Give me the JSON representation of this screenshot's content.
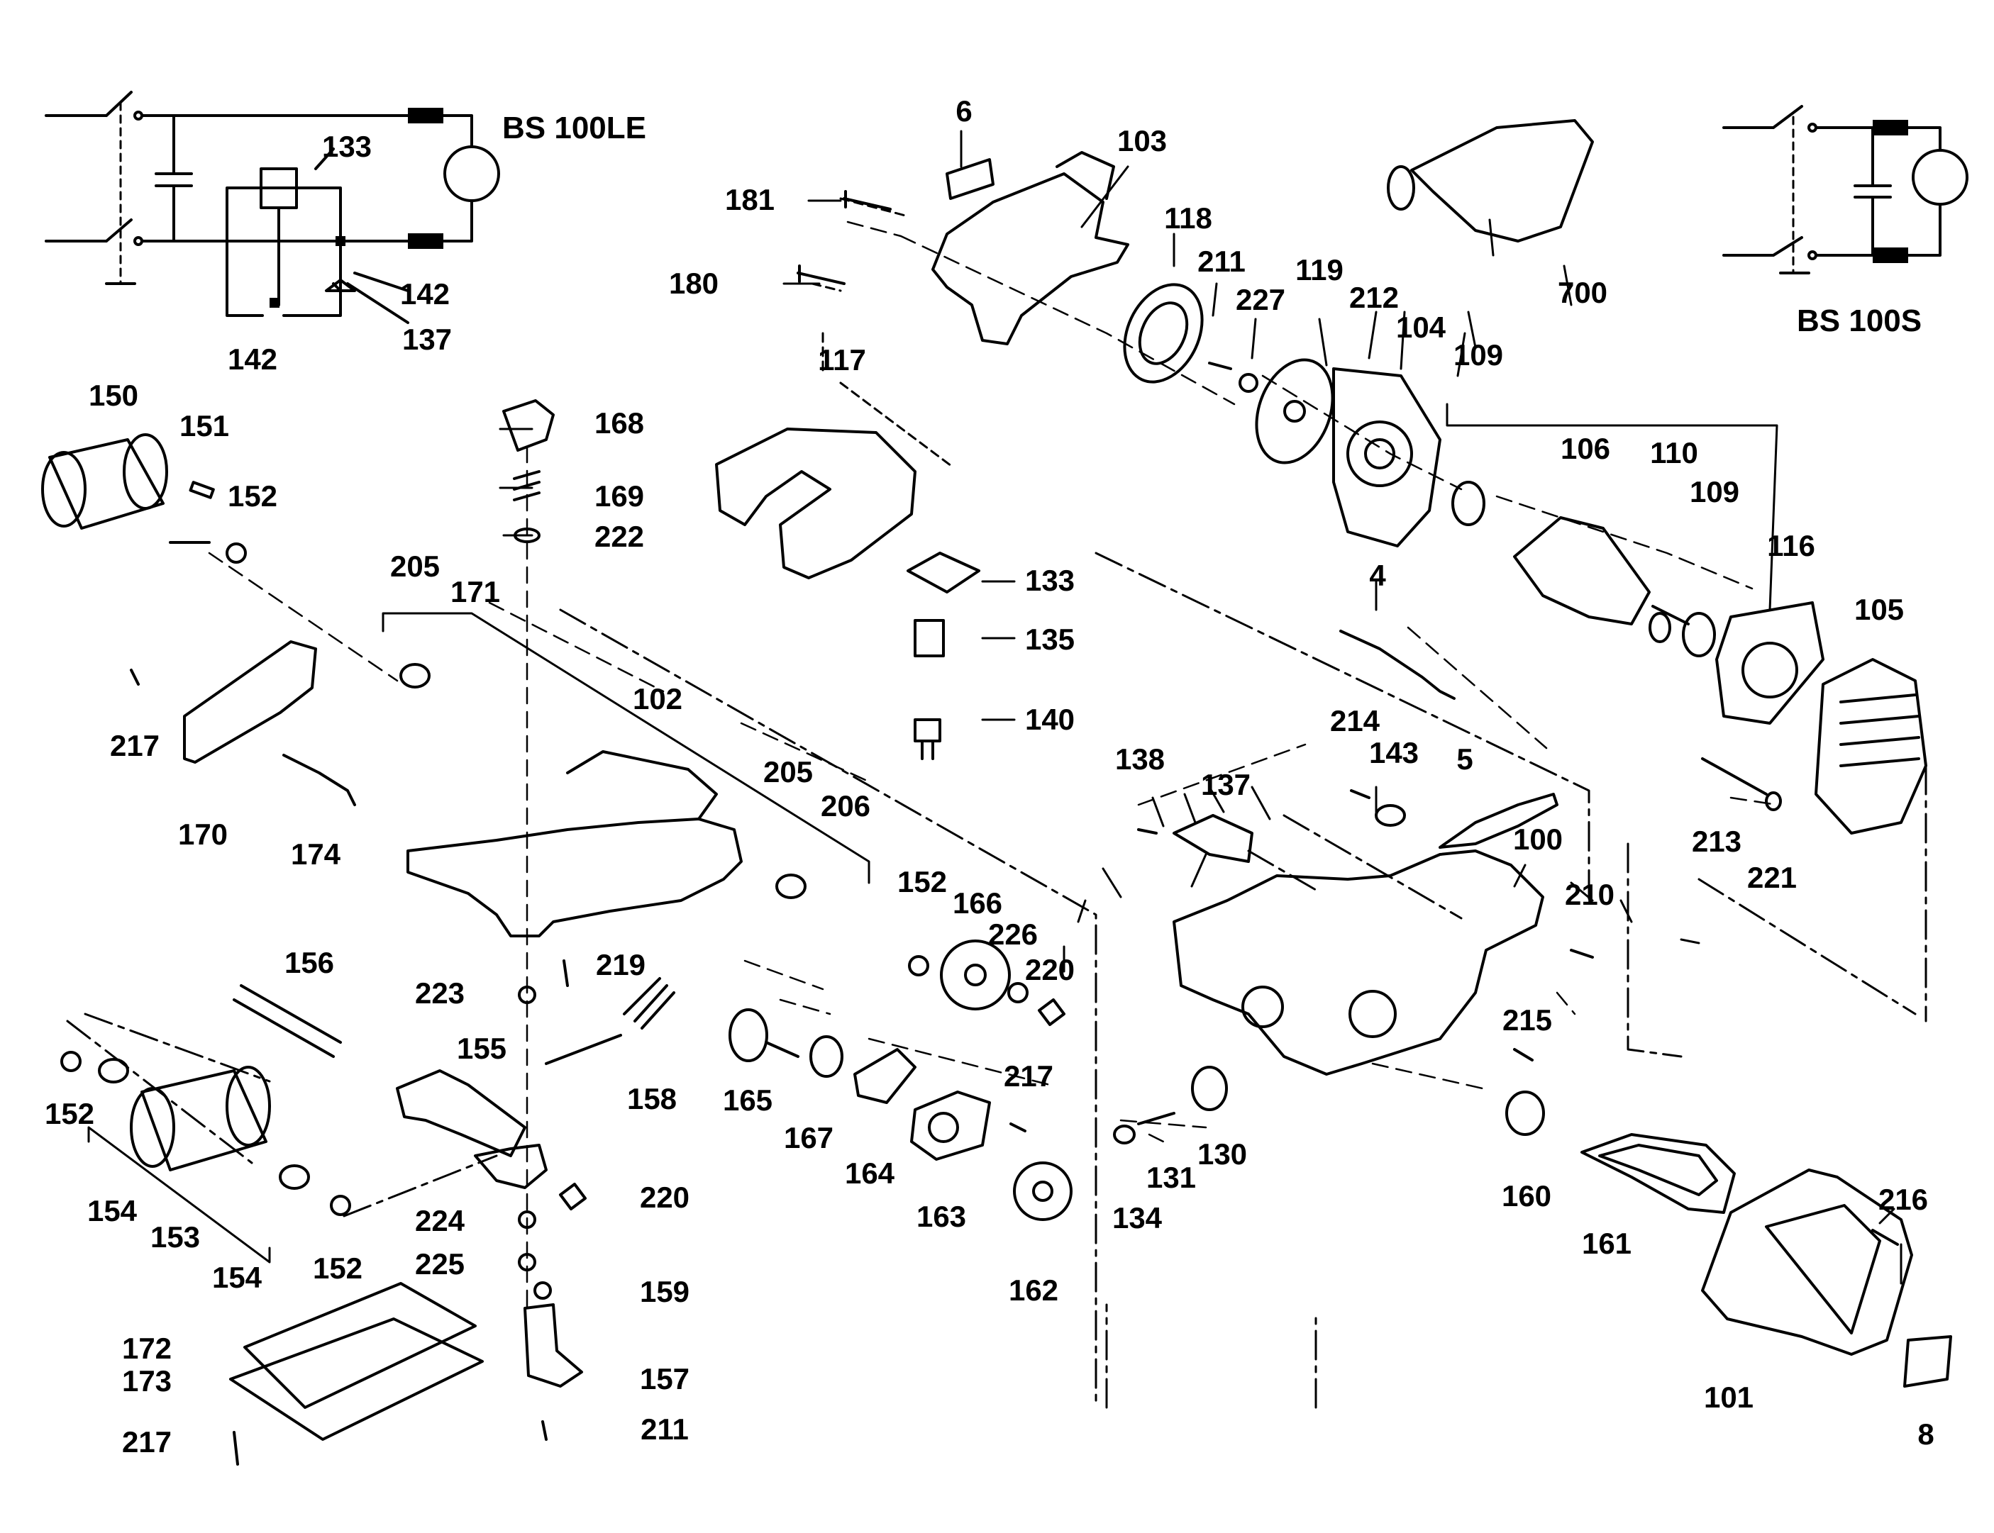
{
  "colors": {
    "ink": "#000000",
    "paper": "#ffffff"
  },
  "models": {
    "left": "BS 100LE",
    "right": "BS 100S"
  },
  "labels": {
    "l6": "6",
    "l103": "103",
    "l181": "181",
    "l180": "180",
    "l118": "118",
    "l211a": "211",
    "l227": "227",
    "l119": "119",
    "l212": "212",
    "l104": "104",
    "l109a": "109",
    "l700": "700",
    "l133a": "133",
    "l142a": "142",
    "l137a": "137",
    "l142b": "142",
    "l150": "150",
    "l151": "151",
    "l152a": "152",
    "l168": "168",
    "l169": "169",
    "l222": "222",
    "l117": "117",
    "l106": "106",
    "l110": "110",
    "l109b": "109",
    "l116": "116",
    "l105": "105",
    "l133b": "133",
    "l135": "135",
    "l140": "140",
    "l4": "4",
    "l205a": "205",
    "l171": "171",
    "l102": "102",
    "l217a": "217",
    "l170": "170",
    "l174": "174",
    "l214": "214",
    "l143": "143",
    "l5": "5",
    "l138": "138",
    "l137b": "137",
    "l100": "100",
    "l213": "213",
    "l221": "221",
    "l205b": "205",
    "l206": "206",
    "l152b": "152",
    "l166": "166",
    "l226": "226",
    "l220a": "220",
    "l210": "210",
    "l219": "219",
    "l223": "223",
    "l156": "156",
    "l155": "155",
    "l158": "158",
    "l165": "165",
    "l167": "167",
    "l164": "164",
    "l217b": "217",
    "l215": "215",
    "l152c": "152",
    "l154a": "154",
    "l153": "153",
    "l154b": "154",
    "l152d": "152",
    "l163": "163",
    "l162": "162",
    "l131": "131",
    "l130": "130",
    "l134": "134",
    "l160": "160",
    "l161": "161",
    "l216": "216",
    "l220b": "220",
    "l224": "224",
    "l225": "225",
    "l159": "159",
    "l172": "172",
    "l173": "173",
    "l217c": "217",
    "l157": "157",
    "l211b": "211",
    "l101": "101",
    "l8": "8"
  }
}
